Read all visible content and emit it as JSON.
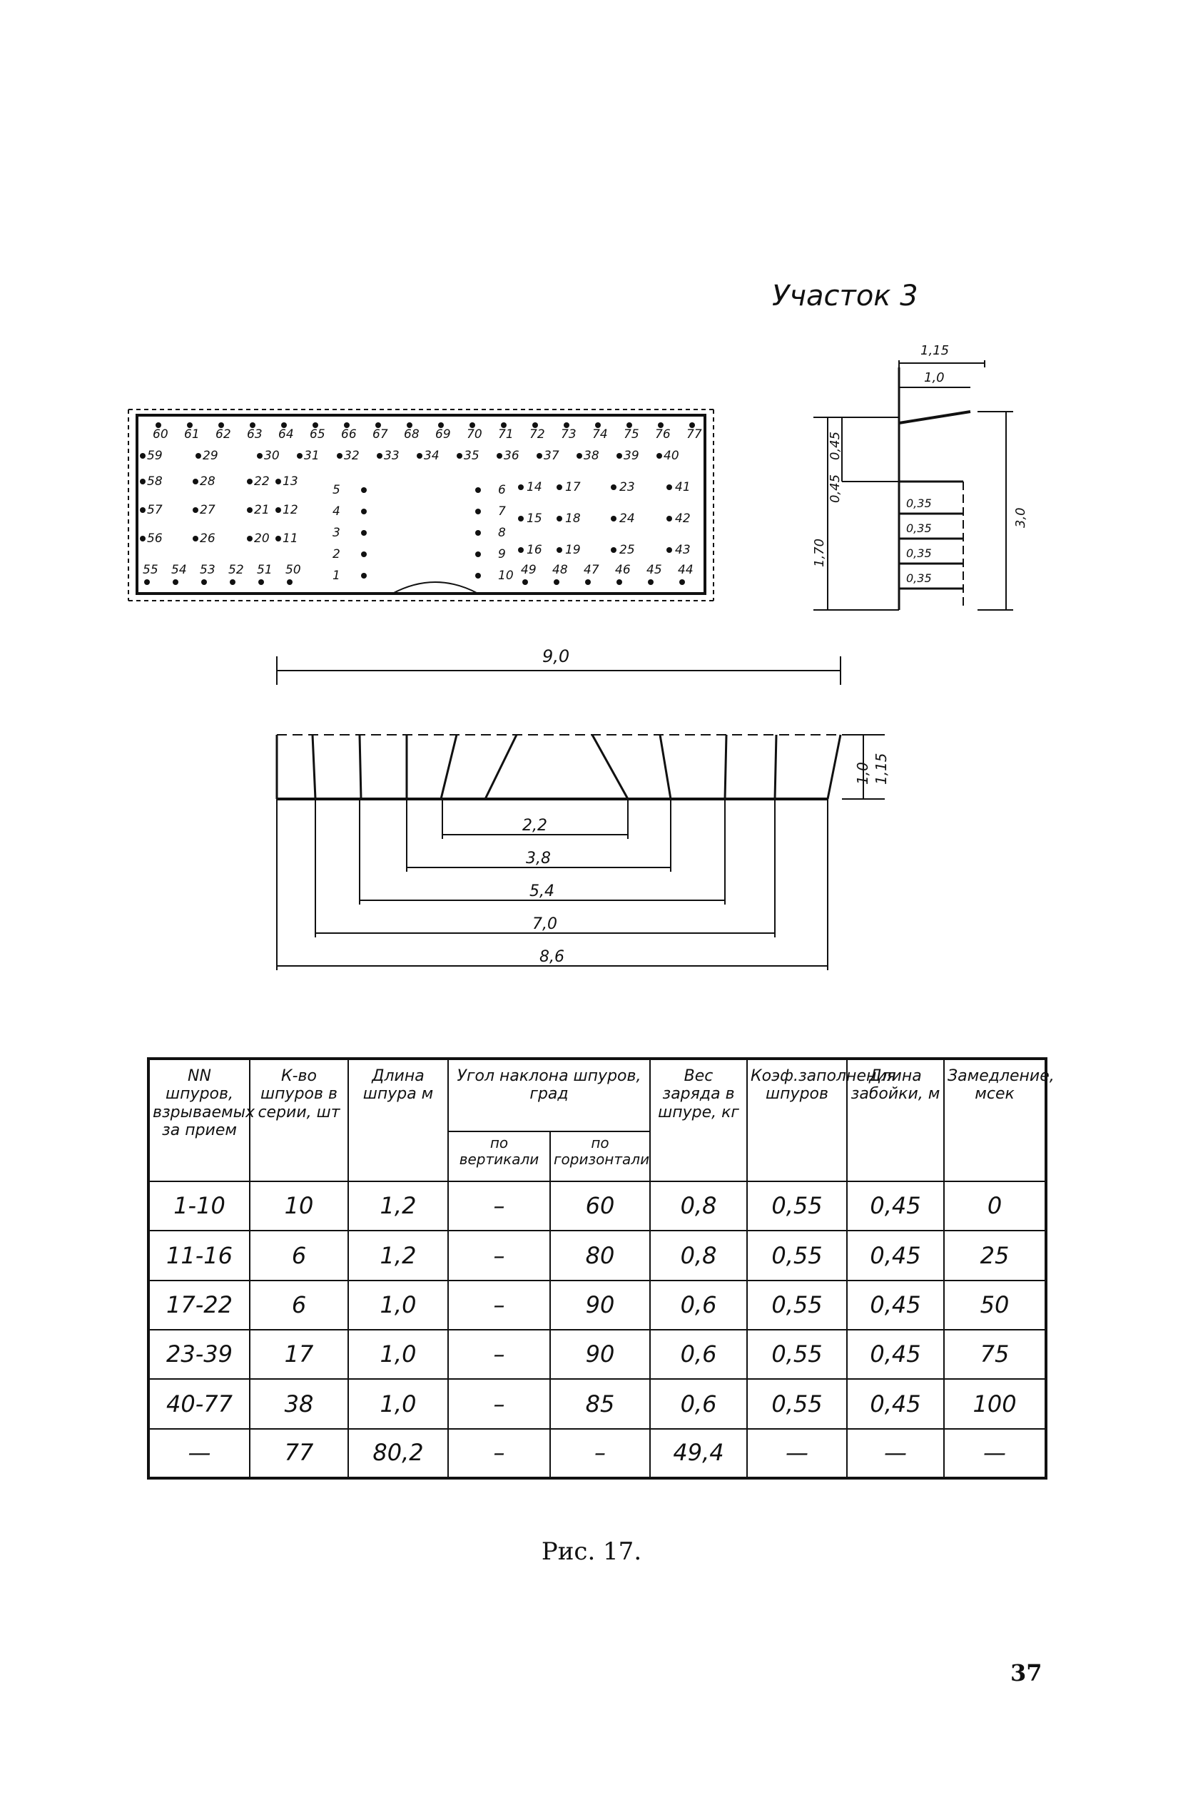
{
  "section_title": "Участок 3",
  "face": {
    "top_row": [
      "60",
      "61",
      "62",
      "63",
      "64",
      "65",
      "66",
      "67",
      "68",
      "69",
      "70",
      "71",
      "72",
      "73",
      "74",
      "75",
      "76",
      "77"
    ],
    "row2": [
      "59",
      "29",
      "30",
      "31",
      "32",
      "33",
      "34",
      "35",
      "36",
      "37",
      "38",
      "39",
      "40"
    ],
    "row3": [
      "58",
      "28",
      "22",
      "13"
    ],
    "row4": [
      "57",
      "27",
      "21",
      "12"
    ],
    "row5": [
      "56",
      "26",
      "20",
      "11"
    ],
    "bottom_left": [
      "55",
      "54",
      "53",
      "52",
      "51",
      "50"
    ],
    "center_left": [
      "5",
      "4",
      "3",
      "2",
      "1"
    ],
    "center_right": [
      "6",
      "7",
      "8",
      "9",
      "10"
    ],
    "right_group_a": [
      "14",
      "17",
      "23",
      "41"
    ],
    "right_group_b": [
      "15",
      "18",
      "24",
      "42"
    ],
    "right_group_c": [
      "16",
      "19",
      "25",
      "43"
    ],
    "bottom_right": [
      "49",
      "48",
      "47",
      "46",
      "45",
      "44"
    ]
  },
  "profile": {
    "top_outer": "1,15",
    "top_inner": "1,0",
    "left_top": "0,45",
    "left_top2": "0,45",
    "left_bottom": "1,70",
    "spacings": [
      "0,35",
      "0,35",
      "0,35",
      "0,35"
    ],
    "height": "3,0"
  },
  "plan": {
    "total_width": "9,0",
    "depths": [
      "1,0",
      "1,15"
    ],
    "spans": [
      "2,2",
      "3,8",
      "5,4",
      "7,0",
      "8,6"
    ]
  },
  "table": {
    "headers": {
      "col1": "NN шпуров, взрываемых за прием",
      "col2": "К-во шпуров в серии, шт",
      "col3": "Длина шпура м",
      "col4": "Угол наклона шпуров, град",
      "col4a": "по вертикали",
      "col4b": "по горизонтали",
      "col5": "Вес заряда в шпуре, кг",
      "col6": "Коэф.заполнения шпуров",
      "col7": "Длина забойки, м",
      "col8": "Замедление, мсек"
    },
    "rows": [
      [
        "1-10",
        "10",
        "1,2",
        "–",
        "60",
        "0,8",
        "0,55",
        "0,45",
        "0"
      ],
      [
        "11-16",
        "6",
        "1,2",
        "–",
        "80",
        "0,8",
        "0,55",
        "0,45",
        "25"
      ],
      [
        "17-22",
        "6",
        "1,0",
        "–",
        "90",
        "0,6",
        "0,55",
        "0,45",
        "50"
      ],
      [
        "23-39",
        "17",
        "1,0",
        "–",
        "90",
        "0,6",
        "0,55",
        "0,45",
        "75"
      ],
      [
        "40-77",
        "38",
        "1,0",
        "–",
        "85",
        "0,6",
        "0,55",
        "0,45",
        "100"
      ],
      [
        "—",
        "77",
        "80,2",
        "–",
        "–",
        "49,4",
        "—",
        "—",
        "—"
      ]
    ]
  },
  "caption": "Рис. 17.",
  "page_number": "37"
}
